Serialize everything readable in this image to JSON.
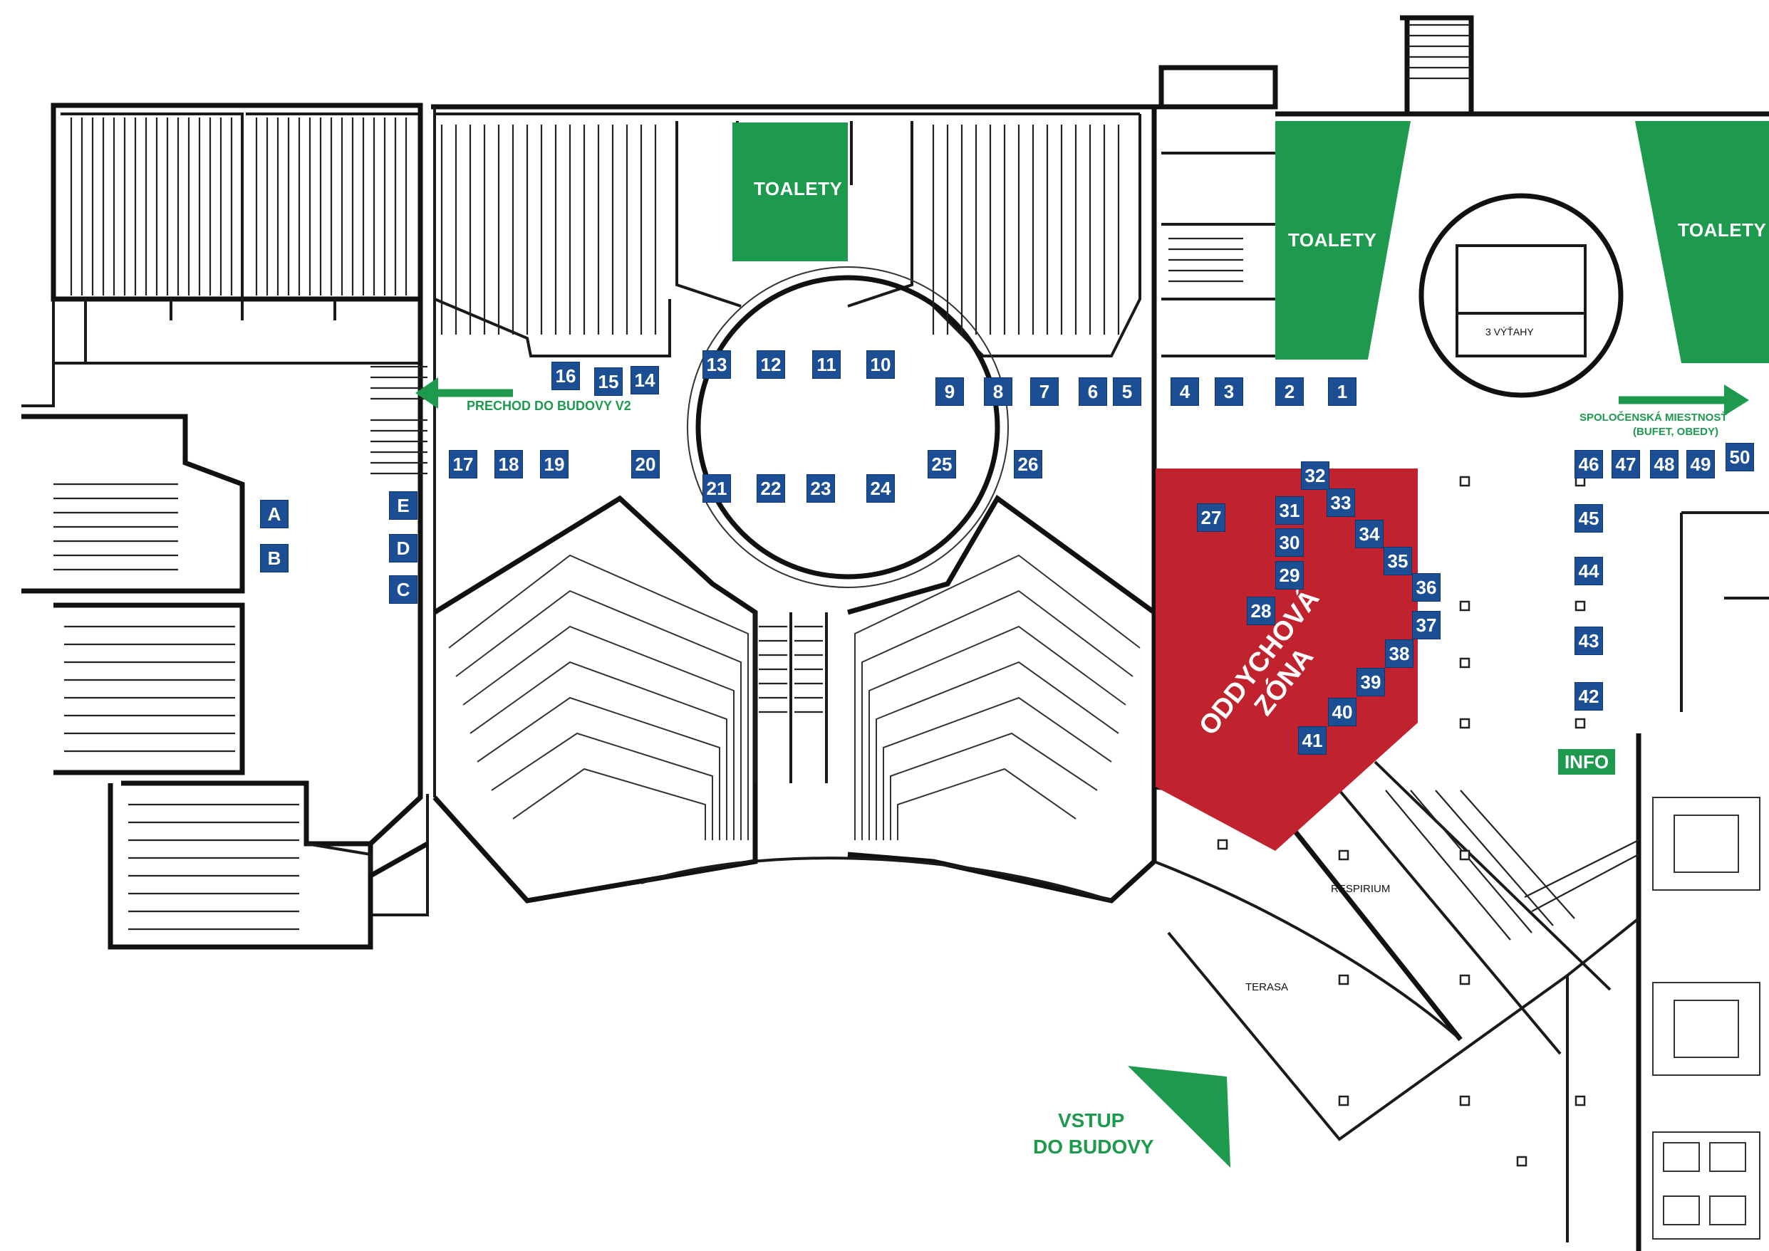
{
  "colors": {
    "stand": "#1b4e93",
    "toilet": "#1d9a4d",
    "relax_zone": "#c1232e",
    "signage": "#1d9a4d"
  },
  "labels": {
    "toilets_1": "TOALETY",
    "toilets_2": "TOALETY",
    "toilets_3": "TOALETY",
    "passage": "PRECHOD DO BUDOVY V2",
    "social_room_line1": "SPOLOČENSKÁ MIESTNOSŤ",
    "social_room_line2": "(BUFET, OBEDY)",
    "relax_zone_line1": "ODDYCHOVÁ",
    "relax_zone_line2": "ZÓNA",
    "info": "INFO",
    "entrance_line1": "VSTUP",
    "entrance_line2": "DO BUDOVY",
    "respirium": "RESPIRIUM",
    "terasa": "TERASA",
    "stair_note": "3 VÝŤAHY"
  },
  "stands": [
    "1",
    "2",
    "3",
    "4",
    "5",
    "6",
    "7",
    "8",
    "9",
    "10",
    "11",
    "12",
    "13",
    "14",
    "15",
    "16",
    "17",
    "18",
    "19",
    "20",
    "21",
    "22",
    "23",
    "24",
    "25",
    "26",
    "27",
    "28",
    "29",
    "30",
    "31",
    "32",
    "33",
    "34",
    "35",
    "36",
    "37",
    "38",
    "39",
    "40",
    "41",
    "42",
    "43",
    "44",
    "45",
    "46",
    "47",
    "48",
    "49",
    "50",
    "A",
    "B",
    "C",
    "D",
    "E"
  ]
}
